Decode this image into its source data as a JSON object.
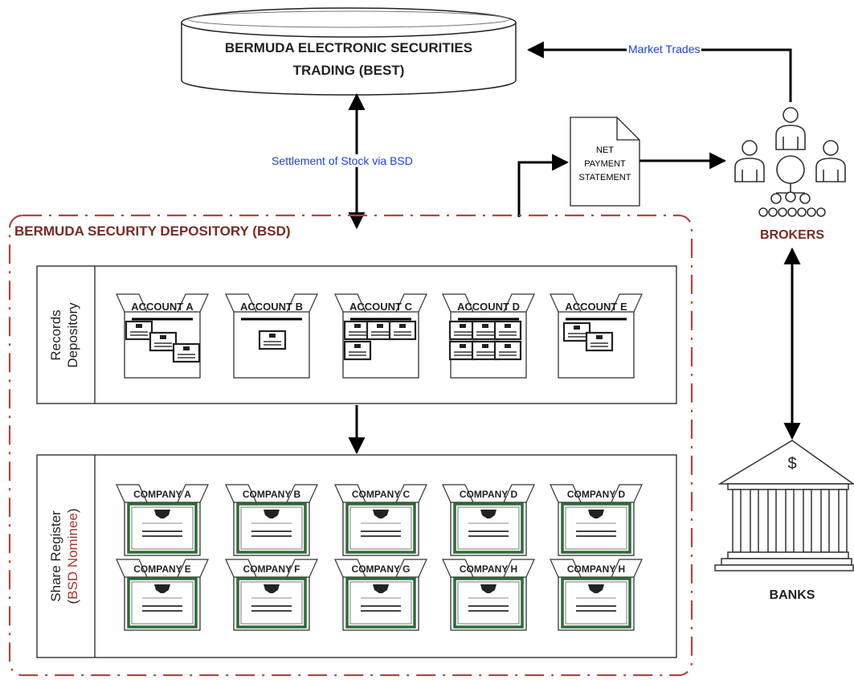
{
  "title_best": {
    "line1": "BERMUDA ELECTRONIC SECURITIES",
    "line2": "TRADING (BEST)"
  },
  "label_market_trades": "Market Trades",
  "label_settlement": "Settlement of Stock via BSD",
  "doc_net_payment": {
    "line1": "NET",
    "line2": "PAYMENT",
    "line3": "STATEMENT"
  },
  "brokers_label": "BROKERS",
  "banks_label": "BANKS",
  "bank_symbol": "$",
  "bsd_title": "BERMUDA SECURITY DEPOSITORY (BSD)",
  "records_label": {
    "line1": "Records",
    "line2": "Depository"
  },
  "share_label": {
    "line1": "Share Register",
    "line2_open": "(",
    "line2_inner": "BSD Nominee",
    "line2_close": ")"
  },
  "accounts": [
    "ACCOUNT A",
    "ACCOUNT B",
    "ACCOUNT C",
    "ACCOUNT D",
    "ACCOUNT E"
  ],
  "account_cert_counts": [
    3,
    1,
    4,
    6,
    2
  ],
  "companies_row1": [
    "COMPANY A",
    "COMPANY B",
    "COMPANY C",
    "COMPANY D",
    "COMPANY D"
  ],
  "companies_row2": [
    "COMPANY E",
    "COMPANY F",
    "COMPANY G",
    "COMPANY H",
    "COMPANY H"
  ],
  "colors": {
    "bsd_border": "#b0483f",
    "blue_text": "#1f3fd6",
    "cert_green": "#2e6b36",
    "line": "#000000"
  }
}
